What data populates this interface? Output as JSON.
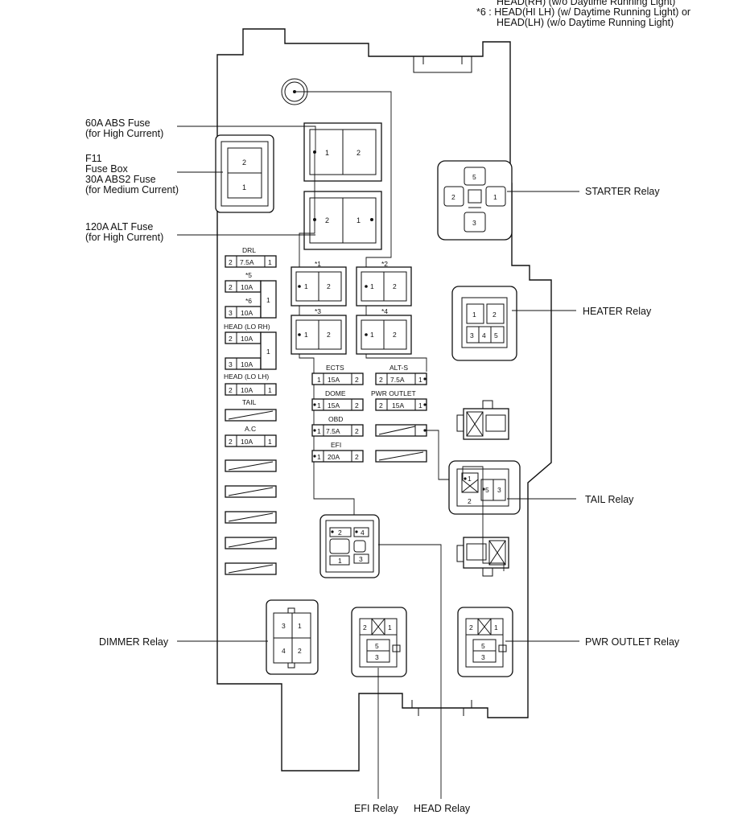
{
  "notes": {
    "line1": "HEAD(RH) (w/o Daytime Running Light)",
    "line2": "*6 : HEAD(HI LH) (w/ Daytime Running Light) or",
    "line3": "HEAD(LH) (w/o Daytime Running Light)"
  },
  "callouts": {
    "abs60": [
      "60A ABS Fuse",
      "(for High Current)"
    ],
    "f11": [
      "F11",
      "Fuse Box",
      "30A ABS2 Fuse",
      "(for Medium Current)"
    ],
    "alt120": [
      "120A ALT Fuse",
      "(for High Current)"
    ],
    "starter": "STARTER Relay",
    "heater": "HEATER Relay",
    "tail": "TAIL Relay",
    "dimmer": "DIMMER Relay",
    "pwr_outlet": "PWR OUTLET Relay",
    "efi": "EFI Relay",
    "head": "HEAD Relay"
  },
  "left_fuses": [
    {
      "name": "DRL",
      "pins": [
        "2",
        "7.5A",
        "1"
      ]
    },
    {
      "name": "*5",
      "pins": [
        "2",
        "10A"
      ]
    },
    {
      "name": "*6",
      "pins": [
        "3",
        "10A"
      ]
    },
    {
      "name": "HEAD (LO RH)",
      "pins": [
        "2",
        "10A"
      ]
    },
    {
      "name": "",
      "pins": [
        "3",
        "10A"
      ]
    },
    {
      "name": "HEAD (LO LH)",
      "pins": [
        "2",
        "10A",
        "1"
      ]
    },
    {
      "name": "TAIL",
      "pins": []
    },
    {
      "name": "A.C",
      "pins": [
        "2",
        "10A",
        "1"
      ]
    }
  ],
  "center_fuses": [
    {
      "name": "ECTS",
      "pins": [
        "1",
        "15A",
        "2"
      ]
    },
    {
      "name": "ALT-S",
      "pins": [
        "2",
        "7.5A",
        "1"
      ]
    },
    {
      "name": "DOME",
      "pins": [
        "1",
        "15A",
        "2"
      ]
    },
    {
      "name": "PWR OUTLET",
      "pins": [
        "2",
        "15A",
        "1"
      ]
    },
    {
      "name": "OBD",
      "pins": [
        "1",
        "7.5A",
        "2"
      ]
    },
    {
      "name": "EFI",
      "pins": [
        "1",
        "20A",
        "2"
      ]
    }
  ],
  "small_fuses": [
    "*1",
    "*2",
    "*3",
    "*4"
  ],
  "pin_labels": {
    "one": "1",
    "two": "2",
    "three": "3",
    "four": "4",
    "five": "5"
  }
}
